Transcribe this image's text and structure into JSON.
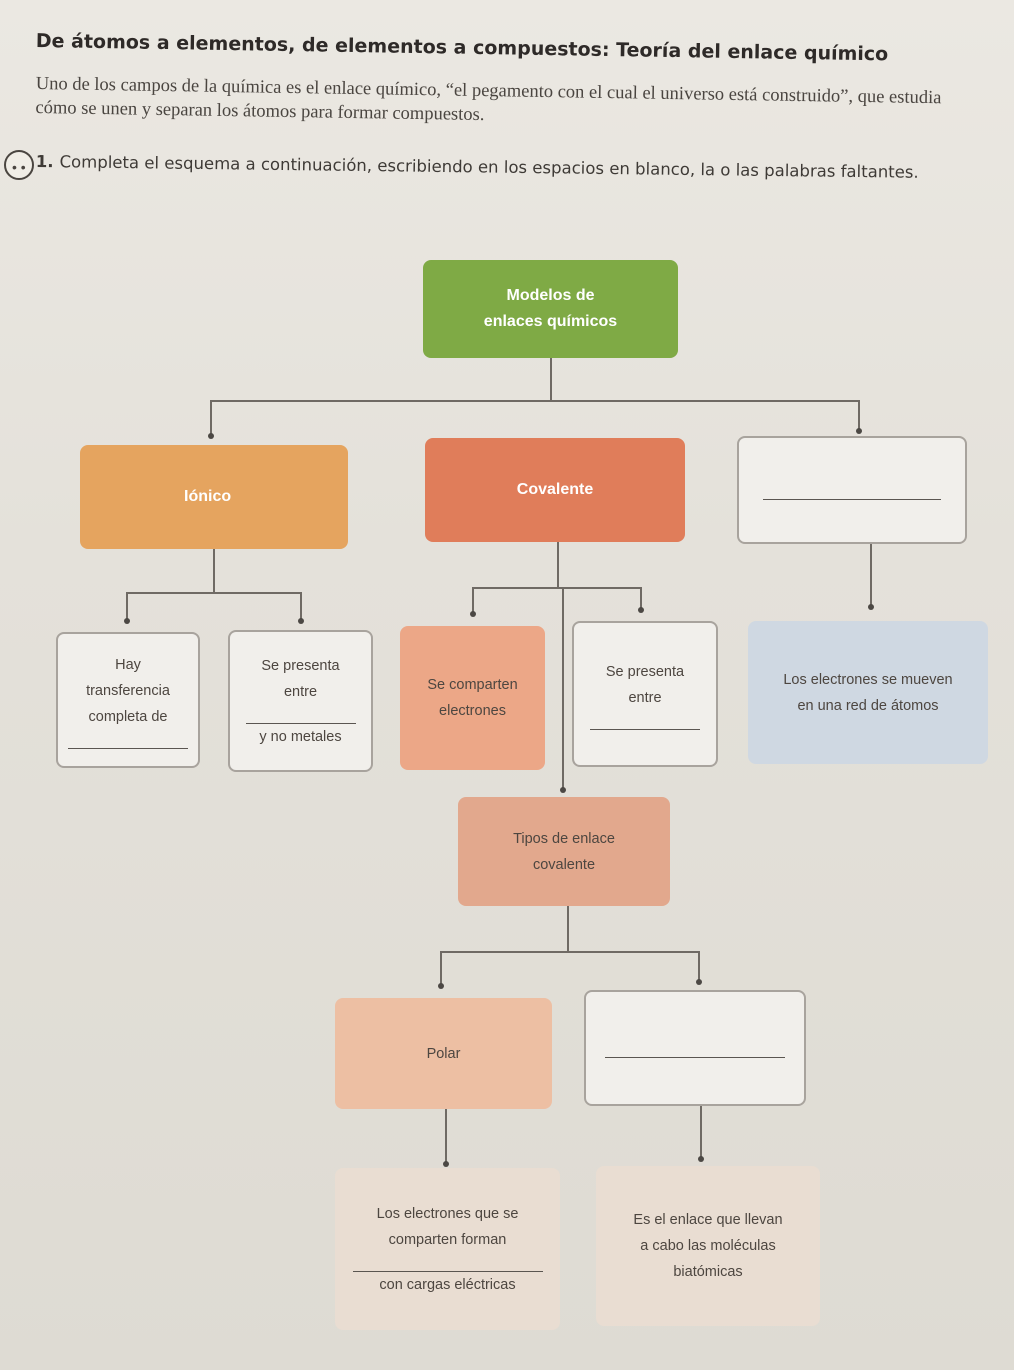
{
  "header": {
    "title": "De átomos a elementos, de elementos a compuestos: Teoría del enlace químico",
    "intro": "Uno de los campos de la química es el enlace químico, “el pegamento con el cual el universo está construido”, que estudia cómo se unen y separan los átomos para formar compuestos."
  },
  "instruction": {
    "number": "1.",
    "text": "Completa el esquema a continuación, escribiendo en los espacios en blanco, la o las palabras faltantes."
  },
  "diagram": {
    "root": {
      "line1": "Modelos de",
      "line2": "enlaces químicos"
    },
    "ionico": "Iónico",
    "covalente": "Covalente",
    "ionico_children": {
      "hay": {
        "line1": "Hay",
        "line2": "transferencia",
        "line3": "completa de"
      },
      "se_presenta": {
        "line1": "Se presenta",
        "line2": "entre",
        "line4": "y no metales"
      }
    },
    "covalente_children": {
      "se_comparten": {
        "line1": "Se comparten",
        "line2": "electrones"
      },
      "se_presenta": {
        "line1": "Se presenta",
        "line2": "entre"
      }
    },
    "tercer_modelo_desc": {
      "line1": "Los electrones se mueven",
      "line2": "en una red de átomos"
    },
    "tipos": {
      "line1": "Tipos de enlace",
      "line2": "covalente"
    },
    "polar": "Polar",
    "polar_desc": {
      "line1": "Los electrones que se",
      "line2": "comparten forman",
      "line4": "con cargas eléctricas"
    },
    "nopolar_desc": {
      "line1": "Es el enlace que llevan",
      "line2": "a cabo las moléculas",
      "line3": "biatómicas"
    }
  },
  "colors": {
    "green": "#7faa45",
    "orange": "#e5a45f",
    "coral": "#e07d5a",
    "salmon": "#e2a88d",
    "blue": "#cfd8e2",
    "beige": "#e9ddd2"
  }
}
